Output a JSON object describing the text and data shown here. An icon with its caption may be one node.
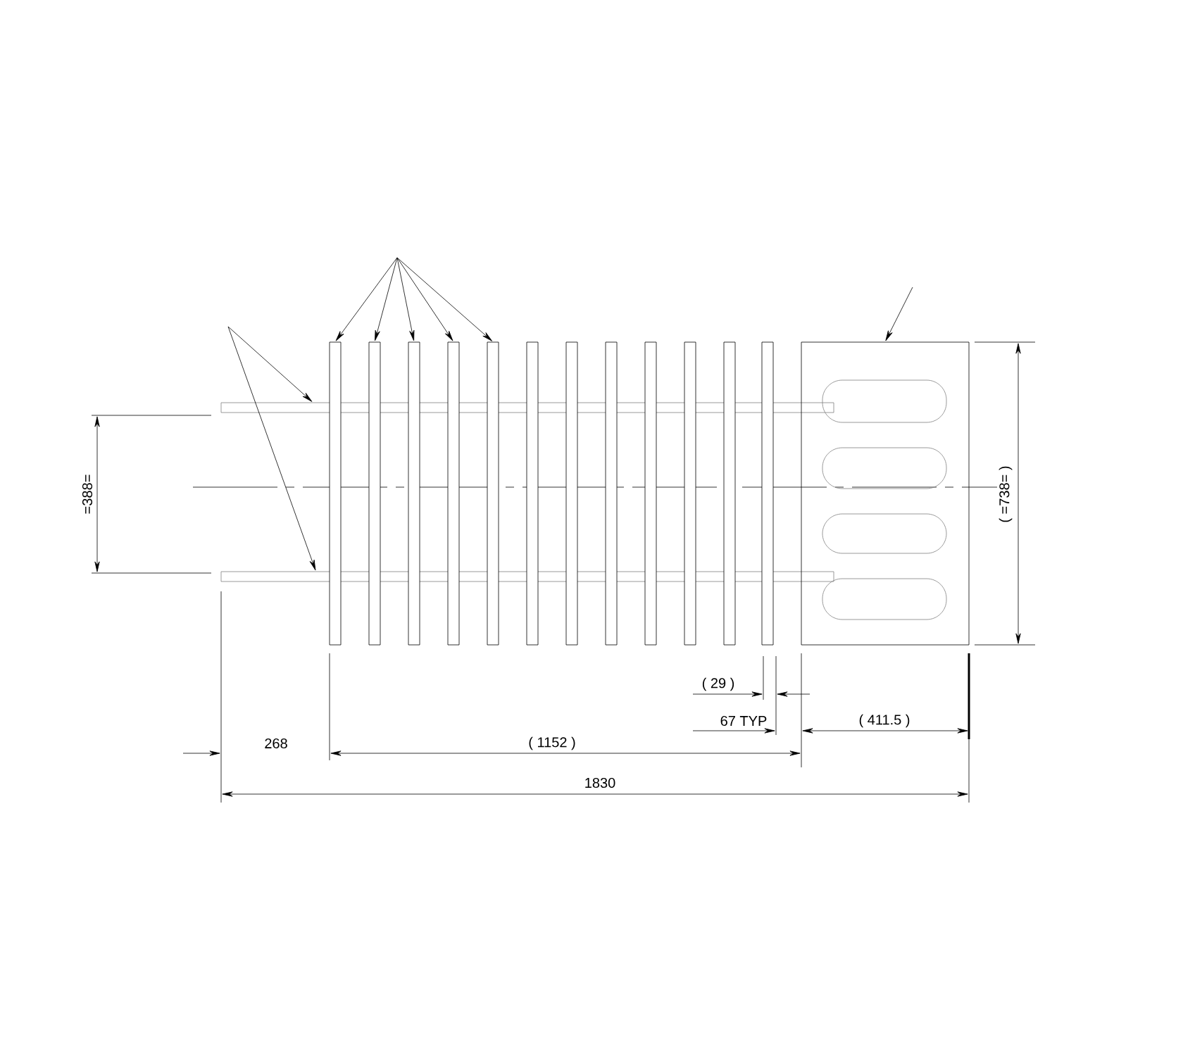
{
  "diagram": {
    "nodes": [
      {
        "text": [],
        "shape": "bar"
      },
      {
        "text": [],
        "shape": "bar"
      },
      {
        "text": [],
        "shape": "bar"
      },
      {
        "text": [],
        "shape": "bar"
      },
      {
        "text": [],
        "shape": "bar"
      },
      {
        "text": [],
        "shape": "bar"
      },
      {
        "text": [],
        "shape": "bar"
      },
      {
        "text": [],
        "shape": "bar"
      },
      {
        "text": [],
        "shape": "bar"
      },
      {
        "text": [],
        "shape": "bar"
      },
      {
        "text": [],
        "shape": "bar"
      },
      {
        "text": [],
        "shape": "bar"
      },
      {
        "text": [],
        "shape": "bar"
      },
      {
        "text": [],
        "shape": "bar"
      },
      {
        "text": [],
        "shape": "box"
      }
    ],
    "edges": [
      {
        "from": null,
        "to": 0,
        "arrow": "to"
      },
      {
        "from": null,
        "to": 1,
        "arrow": "to"
      },
      {
        "from": null,
        "to": 2,
        "arrow": "to"
      },
      {
        "from": null,
        "to": 3,
        "arrow": "to"
      },
      {
        "from": null,
        "to": 4,
        "arrow": "to"
      },
      {
        "from": null,
        "to": 12,
        "arrow": "to"
      },
      {
        "from": null,
        "to": 13,
        "arrow": "to"
      },
      {
        "from": null,
        "to": 14,
        "arrow": "to"
      }
    ],
    "labels": [
      "=388=",
      "( =738= )",
      "( 29 )",
      "67 TYP",
      "( 411.5 )",
      "268",
      "( 1152 )",
      "1830"
    ]
  }
}
